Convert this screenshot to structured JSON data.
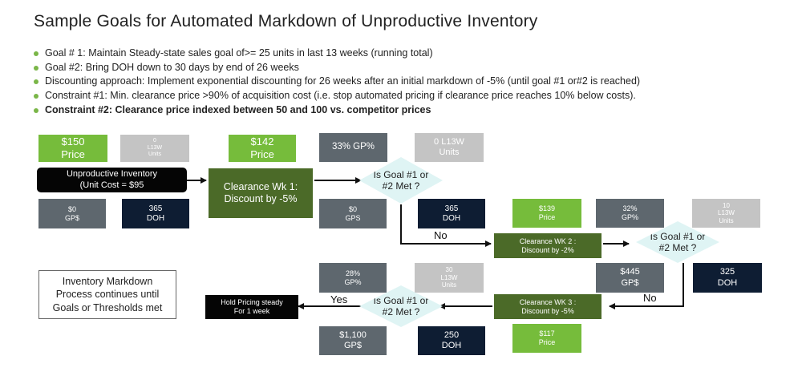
{
  "title": "Sample Goals for Automated Markdown of Unproductive Inventory",
  "bullets": [
    "Goal # 1: Maintain Steady-state sales goal of>= 25 units in last 13 weeks (running total)",
    "Goal #2: Bring DOH down to 30 days by end of 26 weeks",
    "Discounting approach: Implement exponential discounting for 26 weeks after an initial markdown of -5% (until goal #1 or#2 is reached)",
    "Constraint #1: Min. clearance price >90% of acquisition cost (i.e. stop automated pricing if clearance price reaches 10% below costs).",
    "Constraint #2: Clearance price indexed between 50 and 100 vs. competitor prices"
  ],
  "stage0": {
    "price": "$150",
    "price_label": "Price",
    "units": "0",
    "units_label": "L13W",
    "units_label2": "Units",
    "gp": "$0",
    "gp_label": "GP$",
    "doh": "365",
    "doh_label": "DOH",
    "start_line1": "Unproductive Inventory",
    "start_line2": "(Unit Cost = $95"
  },
  "stage1": {
    "price": "$142",
    "price_label": "Price",
    "gp_pct": "33% GP%",
    "units": "0 L13W",
    "units_label": "Units",
    "gp": "$0",
    "gp_label": "GPS",
    "doh": "365",
    "doh_label": "DOH",
    "step_line1": "Clearance Wk 1:",
    "step_line2": "Discount by -5%"
  },
  "stage2": {
    "price": "$139",
    "price_label": "Price",
    "gp_pct": "32%",
    "gp_pct_label": "GP%",
    "units": "10",
    "units_label": "L13W",
    "units_label2": "Units",
    "gp": "$445",
    "gp_label": "GP$",
    "doh": "325",
    "doh_label": "DOH",
    "step_line1": "Clearance WK 2 :",
    "step_line2": "Discount by -2%"
  },
  "stage3": {
    "price": "$117",
    "price_label": "Price",
    "gp_pct": "28%",
    "gp_pct_label": "GP%",
    "units": "30",
    "units_label": "L13W",
    "units_label2": "Units",
    "gp": "$1,100",
    "gp_label": "GP$",
    "doh": "250",
    "doh_label": "DOH",
    "step_line1": "Clearance WK 3 :",
    "step_line2": "Discount by -5%"
  },
  "decision": {
    "line1": "Is Goal #1 or",
    "line2": "#2  Met ?",
    "line1b": "Is Goal #1 or",
    "line2b": "#2  Met ?",
    "line1c": "Is Goal #1 or",
    "line2c": "#2  Met ?"
  },
  "hold": {
    "line1": "Hold Pricing steady",
    "line2": "For 1 week"
  },
  "labels": {
    "no1": "No",
    "no2": "No",
    "yes": "Yes"
  },
  "note": {
    "line1": "Inventory Markdown",
    "line2": "Process continues until",
    "line3": "Goals or Thresholds met"
  }
}
